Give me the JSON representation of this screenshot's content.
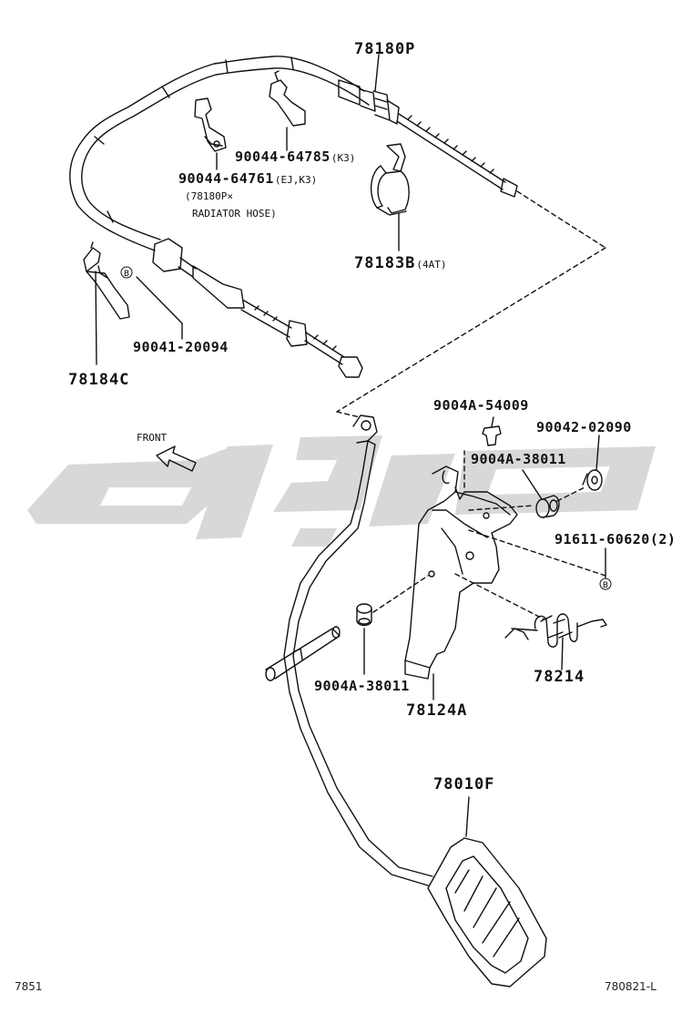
{
  "parts": {
    "p78180P": "78180P",
    "p90044_64785": "90044-64785",
    "p90044_64785_sfx": "(K3)",
    "p90044_64761": "90044-64761",
    "p90044_64761_sfx": "(EJ,K3)",
    "note_line1": "(78180P×",
    "note_line2": "RADIATOR HOSE)",
    "p78183B": "78183B",
    "p78183B_sfx": "(4AT)",
    "p90041_20094": "90041-20094",
    "p78184C": "78184C",
    "p9004A_54009": "9004A-54009",
    "p90042_02090": "90042-02090",
    "p9004A_38011_top": "9004A-38011",
    "p91611_60620": "91611-60620",
    "p91611_60620_sfx": "(2)",
    "p78214": "78214",
    "p9004A_38011_bottom": "9004A-38011",
    "p78124A": "78124A",
    "p78010F": "78010F"
  },
  "marker_b": "B",
  "front_label": "FRONT",
  "footer": {
    "left": "7851",
    "right": "780821-L"
  },
  "colors": {
    "line": "#111111",
    "watermark": "#d4d4d4"
  }
}
